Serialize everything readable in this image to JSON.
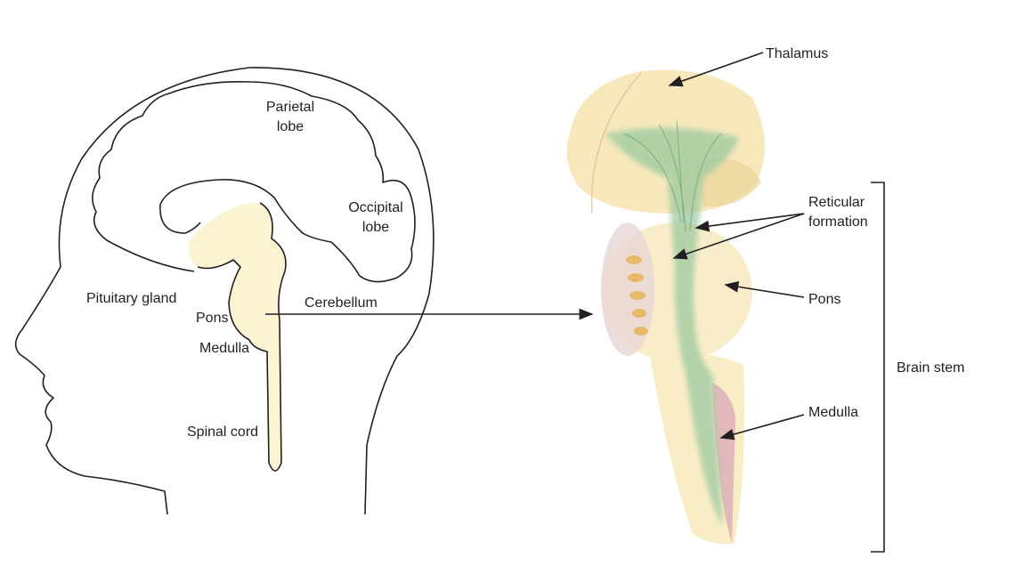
{
  "left_diagram": {
    "labels": {
      "parietal_1": "Parietal",
      "parietal_2": "lobe",
      "occipital_1": "Occipital",
      "occipital_2": "lobe",
      "pituitary": "Pituitary gland",
      "pons": "Pons",
      "medulla": "Medulla",
      "spinal_cord": "Spinal cord",
      "cerebellum": "Cerebellum"
    }
  },
  "right_diagram": {
    "labels": {
      "thalamus": "Thalamus",
      "reticular_1": "Reticular",
      "reticular_2": "formation",
      "pons": "Pons",
      "medulla": "Medulla",
      "brain_stem": "Brain stem"
    }
  },
  "colors": {
    "brainstem_fill": "#fbf3d2",
    "reticular_green": "#9cc9a0",
    "medulla_pink": "#d9a3b5",
    "outline": "#231f20"
  }
}
